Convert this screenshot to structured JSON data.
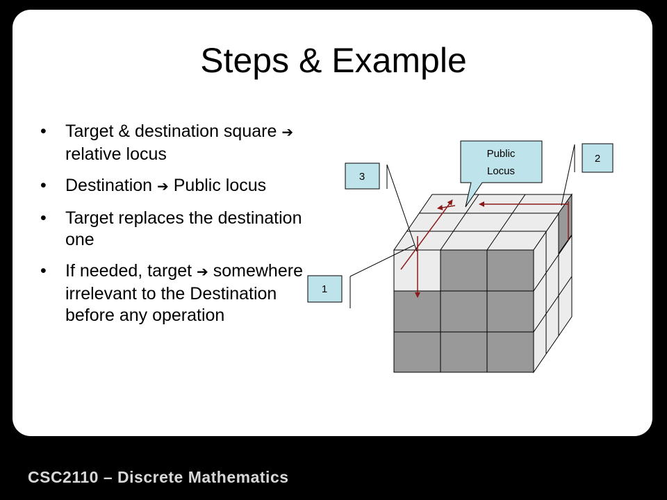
{
  "slide": {
    "title": "Steps & Example",
    "footer": "CSC2110 – Discrete Mathematics",
    "bullets": [
      {
        "parts": [
          "Target & destination square ",
          " relative locus"
        ]
      },
      {
        "parts": [
          "Destination ",
          " Public locus"
        ]
      },
      {
        "parts": [
          "Target replaces the destination one"
        ]
      },
      {
        "parts": [
          "If needed, target ",
          " somewhere irrelevant to the Destination before any operation"
        ]
      }
    ]
  },
  "diagram": {
    "callouts": {
      "label_1": "1",
      "label_2": "2",
      "label_3": "3",
      "public_locus_line1": "Public",
      "public_locus_line2": "Locus"
    },
    "colors": {
      "callout_fill": "#bfe3ea",
      "arrow": "#8b1a1a",
      "dark_face": "#999999",
      "light_face": "#ececec"
    }
  }
}
